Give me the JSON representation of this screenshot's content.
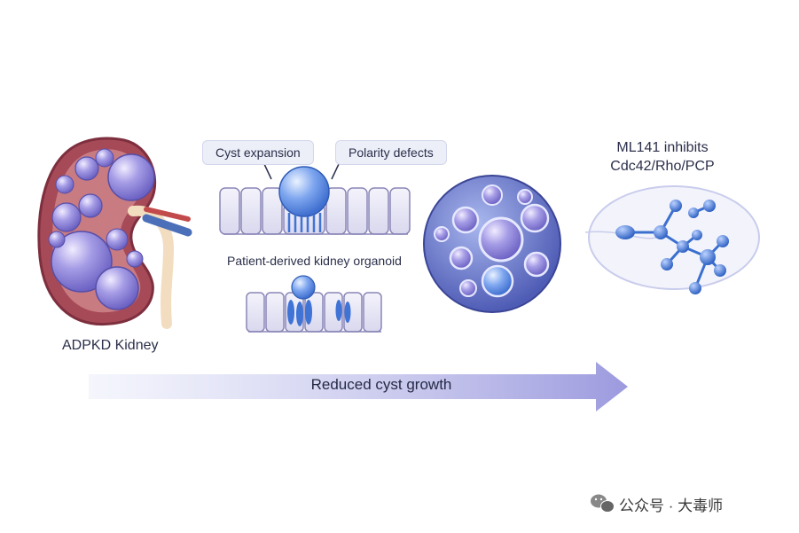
{
  "labels": {
    "kidney": "ADPKD Kidney",
    "cyst_expansion": "Cyst expansion",
    "polarity_defects": "Polarity defects",
    "organoid": "Patient-derived kidney organoid",
    "drug_line1": "ML141 inhibits",
    "drug_line2": "Cdc42/Rho/PCP",
    "flow": "Reduced cyst growth"
  },
  "watermark": {
    "text": "公众号 · 大毒师",
    "icon": "wechat-icon"
  },
  "colors": {
    "kidney_tissue": "#a64a58",
    "kidney_cortex": "#c97b82",
    "cyst": "#8f86d8",
    "cyst_highlight": "#e3dcff",
    "blue_cyst": "#5b8be0",
    "epithelium": "#e9e8f6",
    "epithelium_stroke": "#8a86b8",
    "arrow": "#b9b7e8",
    "molecule": "#3a6fcf"
  }
}
